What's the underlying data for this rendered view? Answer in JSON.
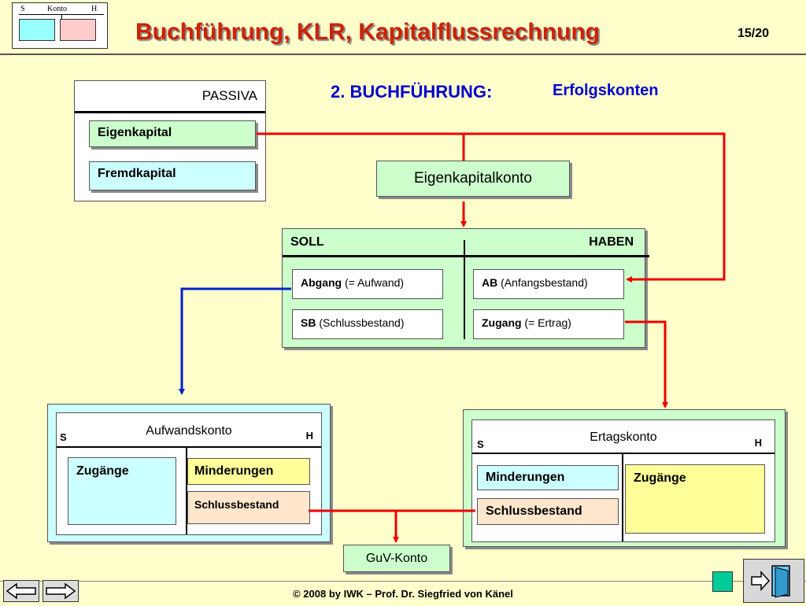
{
  "header": {
    "logo": {
      "s": "S",
      "konto": "Konto",
      "h": "H",
      "left_color": "#99ffff",
      "right_color": "#ffcccc"
    },
    "title": "Buchführung, KLR, Kapitalflussrechnung",
    "page": "15/20"
  },
  "section_heading": {
    "number": "2. BUCHFÜHRUNG:",
    "topic": "Erfolgskonten"
  },
  "passiva": {
    "title": "PASSIVA",
    "items": [
      "Eigenkapital",
      "Fremdkapital"
    ]
  },
  "eigenkapitalkonto": "Eigenkapitalkonto",
  "main_account": {
    "soll": "SOLL",
    "haben": "HABEN",
    "soll_entries": [
      {
        "bold": "Abgang",
        "rest": " (= Aufwand)"
      },
      {
        "bold": "SB",
        "rest": " (Schlussbestand)"
      }
    ],
    "haben_entries": [
      {
        "bold": "AB",
        "rest": " (Anfangsbestand)"
      },
      {
        "bold": "Zugang",
        "rest": " (= Ertrag)"
      }
    ]
  },
  "aufwandskonto": {
    "title": "Aufwandskonto",
    "s": "S",
    "h": "H",
    "left": "Zugänge",
    "right_top": "Minderungen",
    "right_bottom": "Schlussbestand"
  },
  "ertragskonto": {
    "title": "Ertagskonto",
    "s": "S",
    "h": "H",
    "left_top": "Minderungen",
    "left_bottom": "Schlussbestand",
    "right": "Zugänge"
  },
  "guv": "GuV-Konto",
  "footer": {
    "copyright": "© 2008 by IWK – Prof. Dr. Siegfried von Känel",
    "prev_icon": "arrow-left-icon",
    "next_icon": "arrow-right-icon",
    "home_icon": "square-icon",
    "exit_icon": "exit-door-icon"
  },
  "colors": {
    "title_red": "#cc2200",
    "heading_blue": "#0000cc",
    "flow_red": "#ee0000",
    "flow_blue": "#0022cc",
    "footer_green": "#00cc99"
  }
}
